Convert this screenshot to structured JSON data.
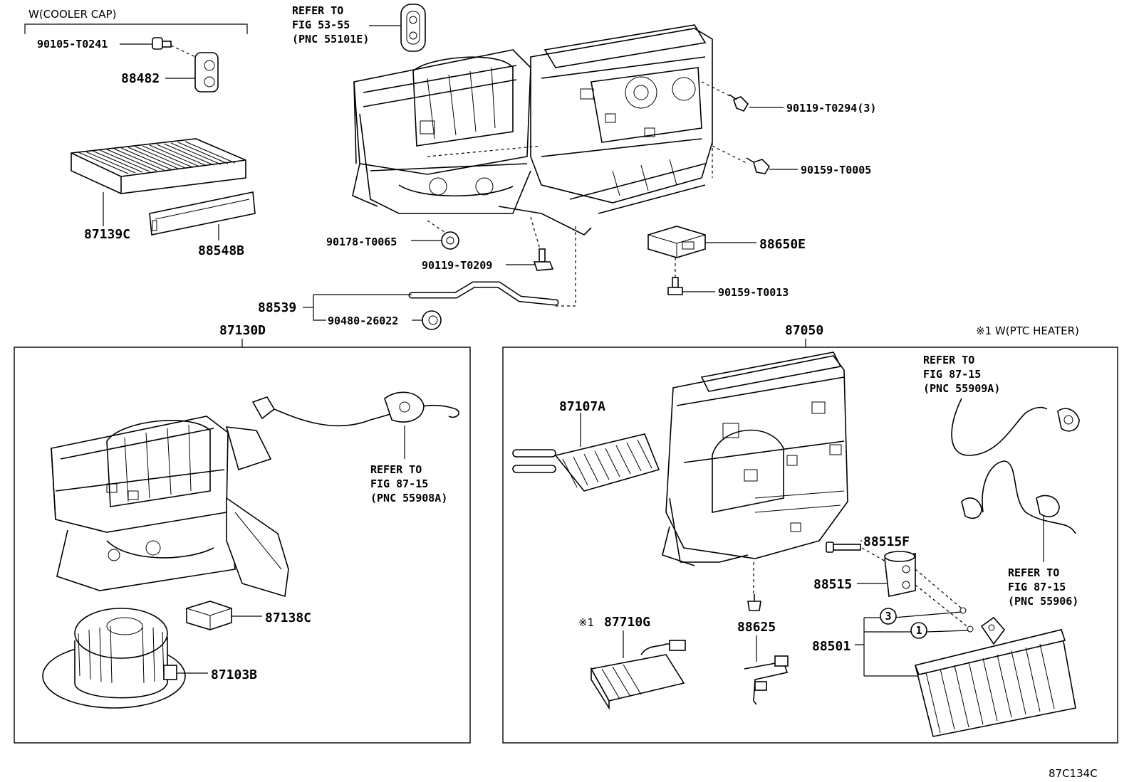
{
  "cooler_cap": {
    "title": "W(COOLER CAP)",
    "bolt": "90105-T0241",
    "part": "88482"
  },
  "top_refer": [
    "REFER TO",
    "FIG 53-55",
    "(PNC 55101E)"
  ],
  "top_labels": {
    "bolt_3": "90119-T0294(3)",
    "bolt_2": "90159-T0005",
    "sensor": "88650E",
    "screw": "90159-T0013",
    "filter": "87139C",
    "filter_cover": "88548B",
    "clip": "90178-T0065",
    "bolt_low": "90119-T0209",
    "hose": "88539",
    "grommet": "90480-26022"
  },
  "left_assembly": {
    "title": "87130D",
    "refer": [
      "REFER TO",
      "FIG 87-15",
      "(PNC 55908A)"
    ],
    "resistor": "87138C",
    "blower_motor": "87103B"
  },
  "right_assembly": {
    "title": "87050",
    "note": "※1 W(PTC HEATER)",
    "refer_top": [
      "REFER TO",
      "FIG 87-15",
      "(PNC 55909A)"
    ],
    "refer_bottom": [
      "REFER TO",
      "FIG 87-15",
      "(PNC 55906)"
    ],
    "heater_core": "87107A",
    "valve_bolt": "88515F",
    "expansion_valve": "88515",
    "evaporator": "88501",
    "ptc_heater": "87710G",
    "ptc_mark": "※1",
    "thermistor": "88625",
    "circle_3": "3",
    "circle_1": "1"
  },
  "diagram_code": "87C134C"
}
